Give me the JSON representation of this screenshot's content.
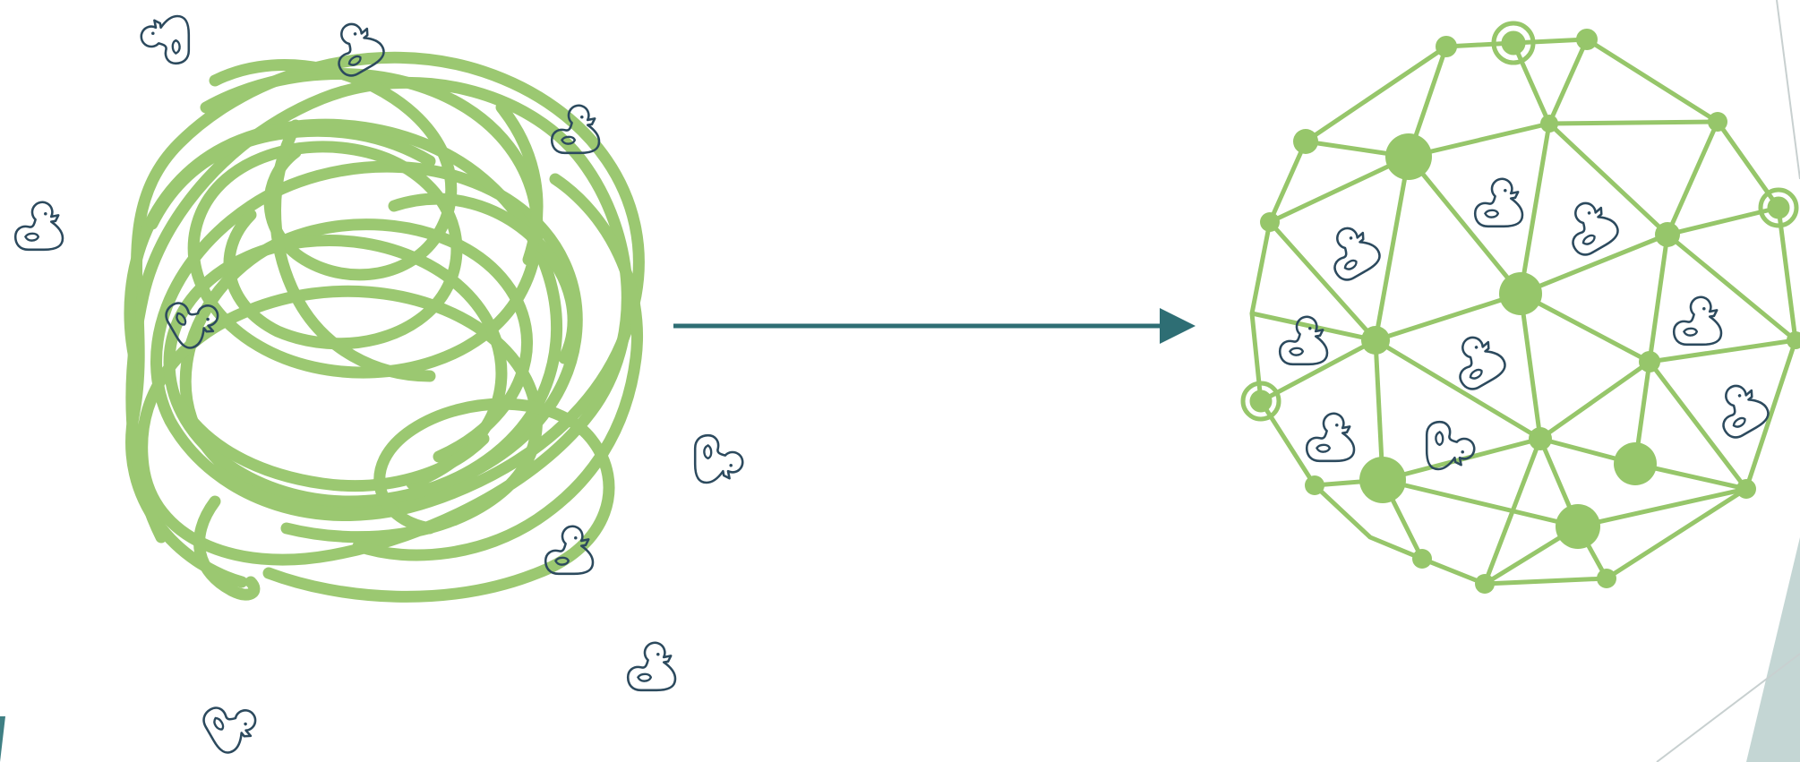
{
  "colors": {
    "green": "#96c66a",
    "duck": "#2c4a5e",
    "arrow": "#2e6e74",
    "teal_shape": "#c4d6d4",
    "teal_dark": "#3f7f83",
    "line": "#c8d0d0"
  },
  "icons": {
    "duck": "rubber-duck-icon",
    "scribble": "tangled-scribble",
    "network": "geodesic-network",
    "arrow": "right-arrow"
  }
}
